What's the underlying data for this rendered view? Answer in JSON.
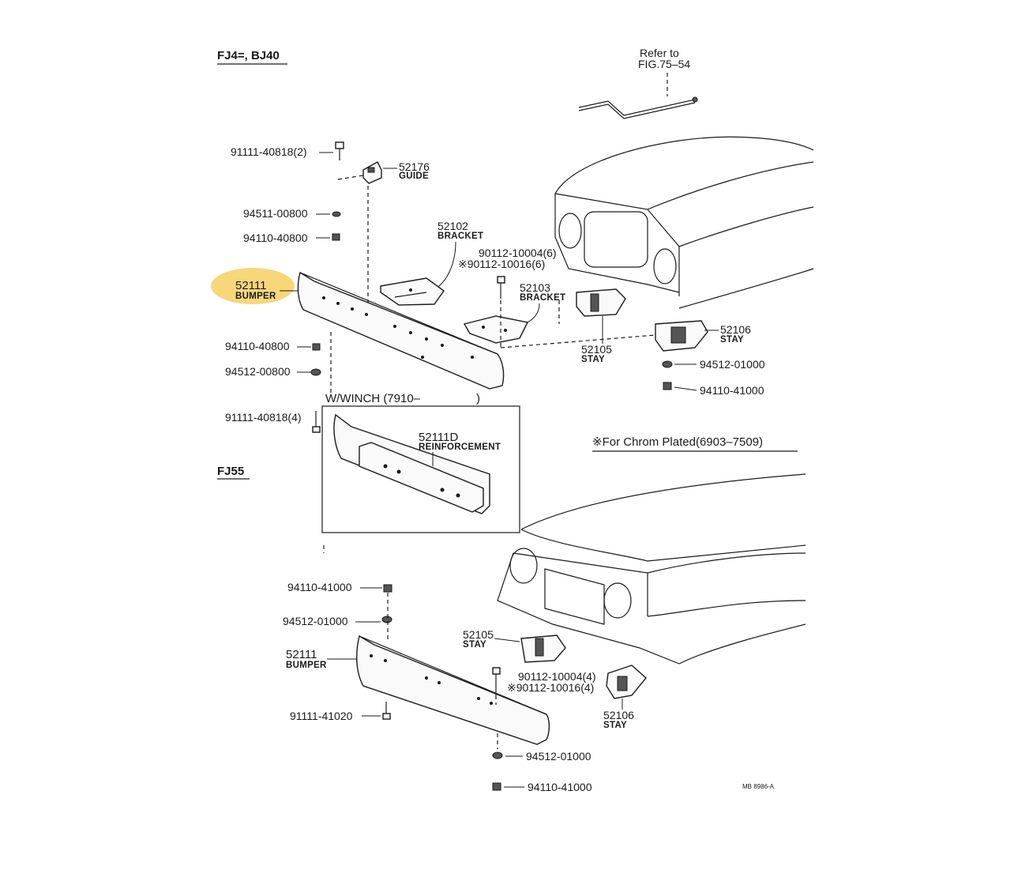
{
  "headings": {
    "fj4": "FJ4=, BJ40",
    "fj55": "FJ55",
    "winch": "W/WINCH  (7910–",
    "winch_close": ")",
    "chrome_note": "※For Chrom Plated(6903–7509)",
    "refer_1": "Refer to",
    "refer_2": "FIG.75–54",
    "ref_code": "MB  8986-A"
  },
  "fj4_parts": {
    "bolt_top": "91111-40818(2)",
    "guide_num": "52176",
    "guide_name": "GUIDE",
    "washer_a": "94511-00800",
    "nut_a": "94110-40800",
    "bracket1_num": "52102",
    "bracket1_name": "BRACKET",
    "bolt_b": "90112-10004(6)",
    "bolt_b_alt": "※90112-10016(6)",
    "bumper_num": "52111",
    "bumper_name": "BUMPER",
    "bracket2_num": "52103",
    "bracket2_name": "BRACKET",
    "stay1_num": "52106",
    "stay1_name": "STAY",
    "stay2_num": "52105",
    "stay2_name": "STAY",
    "nut_b": "94110-40800",
    "washer_b": "94512-00800",
    "washer_c": "94512-01000",
    "nut_c": "94110-41000",
    "bolt_c": "91111-40818(4)",
    "reinf_num": "52111D",
    "reinf_name": "REINFORCEMENT"
  },
  "fj55_parts": {
    "nut_a": "94110-41000",
    "washer_a": "94512-01000",
    "bumper_num": "52111",
    "bumper_name": "BUMPER",
    "stay1_num": "52105",
    "stay1_name": "STAY",
    "bolt_a": "90112-10004(4)",
    "bolt_a_alt": "※90112-10016(4)",
    "stay2_num": "52106",
    "stay2_name": "STAY",
    "bolt_b": "91111-41020",
    "washer_b": "94512-01000",
    "nut_b": "94110-41000"
  },
  "colors": {
    "highlight": "#f7d77a",
    "ink": "#1a1a1a"
  }
}
